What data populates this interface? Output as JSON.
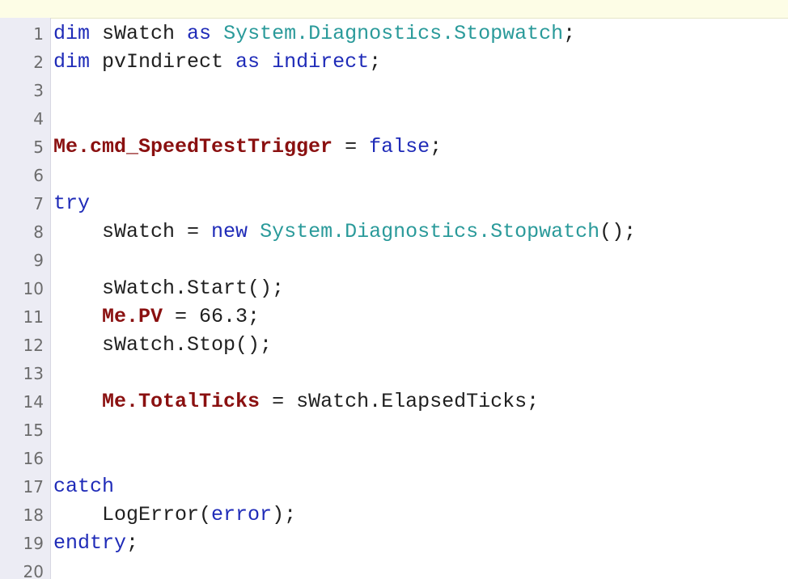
{
  "editor": {
    "lines": [
      {
        "num": "1",
        "tokens": [
          {
            "text": "dim",
            "kind": "kw"
          },
          {
            "text": " sWatch ",
            "kind": "plain"
          },
          {
            "text": "as",
            "kind": "kw"
          },
          {
            "text": " ",
            "kind": "plain"
          },
          {
            "text": "System.Diagnostics.Stopwatch",
            "kind": "type"
          },
          {
            "text": ";",
            "kind": "plain"
          }
        ]
      },
      {
        "num": "2",
        "tokens": [
          {
            "text": "dim",
            "kind": "kw"
          },
          {
            "text": " pvIndirect ",
            "kind": "plain"
          },
          {
            "text": "as",
            "kind": "kw"
          },
          {
            "text": " ",
            "kind": "plain"
          },
          {
            "text": "indirect",
            "kind": "kw"
          },
          {
            "text": ";",
            "kind": "plain"
          }
        ]
      },
      {
        "num": "3",
        "tokens": []
      },
      {
        "num": "4",
        "tokens": []
      },
      {
        "num": "5",
        "tokens": [
          {
            "text": "Me.cmd_SpeedTestTrigger",
            "kind": "member"
          },
          {
            "text": " = ",
            "kind": "plain"
          },
          {
            "text": "false",
            "kind": "kw"
          },
          {
            "text": ";",
            "kind": "plain"
          }
        ]
      },
      {
        "num": "6",
        "tokens": []
      },
      {
        "num": "7",
        "tokens": [
          {
            "text": "try",
            "kind": "kw"
          }
        ]
      },
      {
        "num": "8",
        "tokens": [
          {
            "text": "    sWatch = ",
            "kind": "plain"
          },
          {
            "text": "new",
            "kind": "kw"
          },
          {
            "text": " ",
            "kind": "plain"
          },
          {
            "text": "System.Diagnostics.Stopwatch",
            "kind": "type"
          },
          {
            "text": "();",
            "kind": "plain"
          }
        ]
      },
      {
        "num": "9",
        "tokens": []
      },
      {
        "num": "10",
        "tokens": [
          {
            "text": "    sWatch.Start();",
            "kind": "plain"
          }
        ]
      },
      {
        "num": "11",
        "tokens": [
          {
            "text": "    ",
            "kind": "plain"
          },
          {
            "text": "Me.PV",
            "kind": "member"
          },
          {
            "text": " = 66.3;",
            "kind": "plain"
          }
        ]
      },
      {
        "num": "12",
        "tokens": [
          {
            "text": "    sWatch.Stop();",
            "kind": "plain"
          }
        ]
      },
      {
        "num": "13",
        "tokens": []
      },
      {
        "num": "14",
        "tokens": [
          {
            "text": "    ",
            "kind": "plain"
          },
          {
            "text": "Me.TotalTicks",
            "kind": "member"
          },
          {
            "text": " = sWatch.ElapsedTicks;",
            "kind": "plain"
          }
        ]
      },
      {
        "num": "15",
        "tokens": []
      },
      {
        "num": "16",
        "tokens": []
      },
      {
        "num": "17",
        "tokens": [
          {
            "text": "catch",
            "kind": "kw"
          }
        ]
      },
      {
        "num": "18",
        "tokens": [
          {
            "text": "    LogError(",
            "kind": "plain"
          },
          {
            "text": "error",
            "kind": "kw"
          },
          {
            "text": ");",
            "kind": "plain"
          }
        ]
      },
      {
        "num": "19",
        "tokens": [
          {
            "text": "endtry",
            "kind": "kw"
          },
          {
            "text": ";",
            "kind": "plain"
          }
        ]
      },
      {
        "num": "20",
        "tokens": []
      }
    ]
  },
  "colors": {
    "keyword": "#1f2bb8",
    "type": "#2a9a9a",
    "member": "#8a1010",
    "plain": "#202020",
    "gutter_bg": "#ececf4",
    "line_number": "#6c6c6c"
  }
}
